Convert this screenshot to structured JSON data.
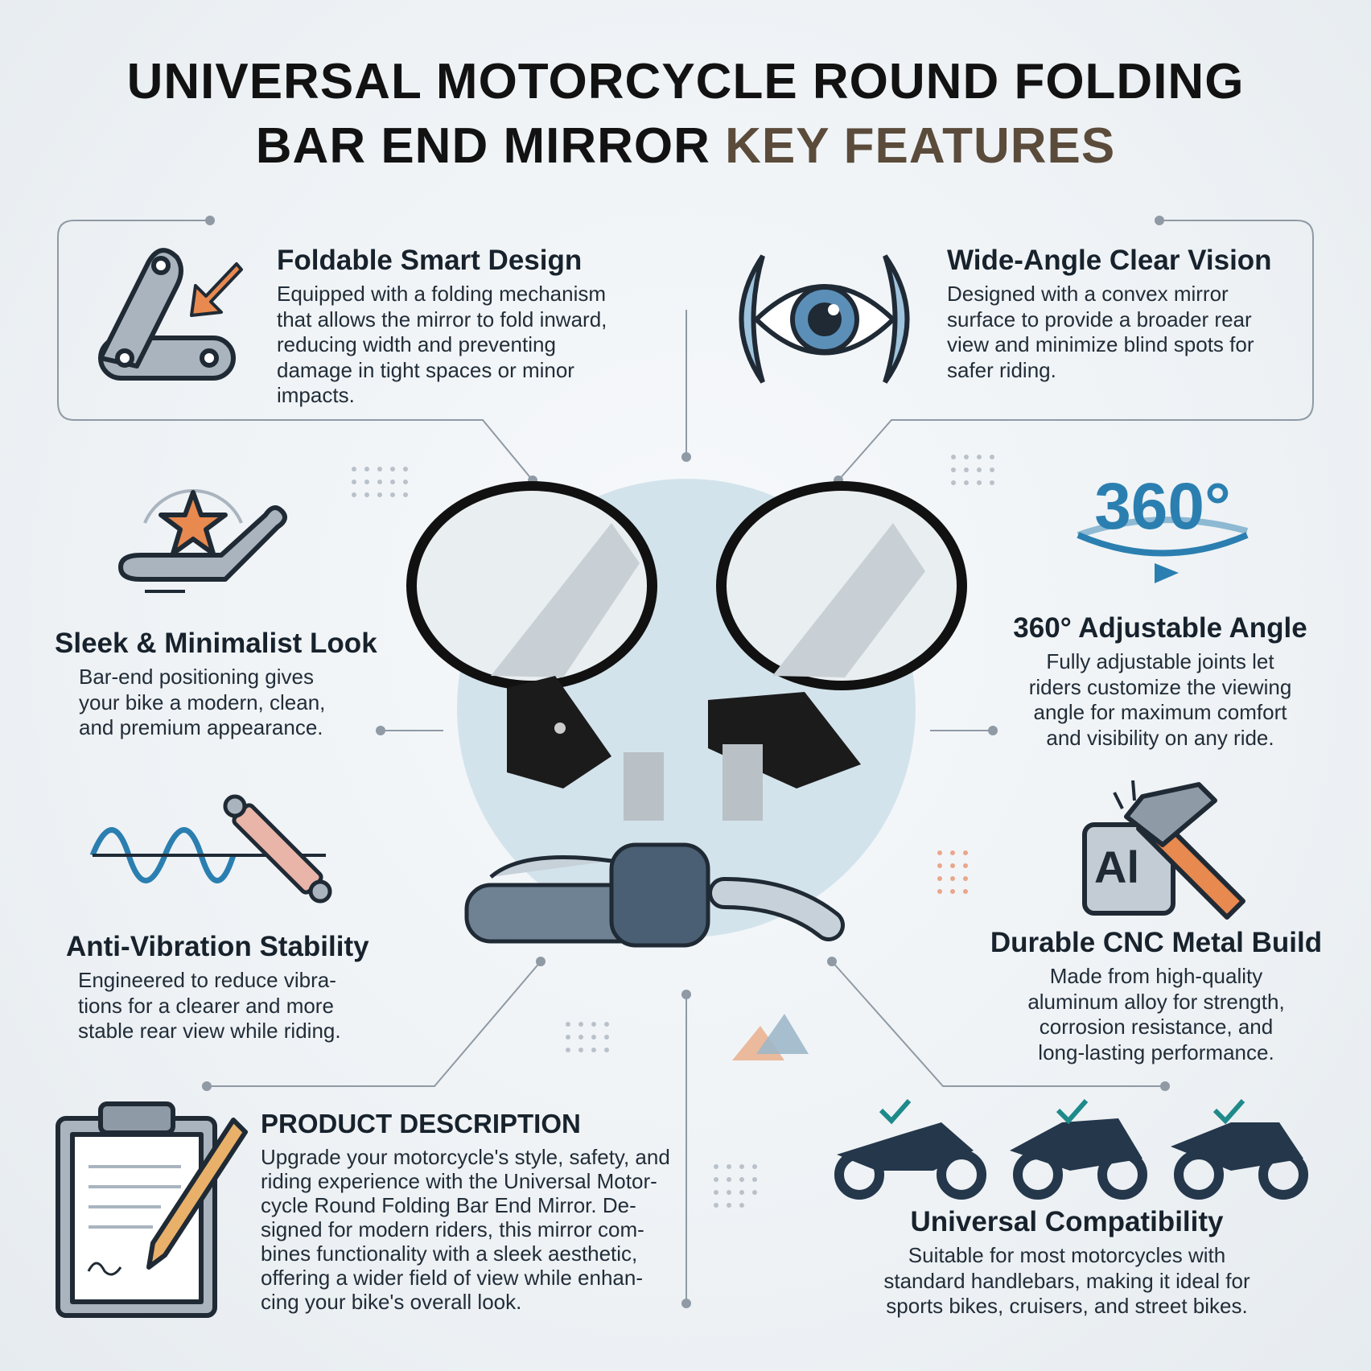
{
  "title": {
    "line1": "UNIVERSAL MOTORCYCLE ROUND FOLDING",
    "line2_main": "BAR END MIRROR ",
    "line2_accent": "KEY FEATURES"
  },
  "colors": {
    "title": "#121212",
    "accent": "#5b4b3b",
    "icon_blue": "#2b7fb0",
    "icon_orange": "#e8894f",
    "icon_gray": "#a9b4bf"
  },
  "features": {
    "foldable": {
      "heading": "Foldable Smart Design",
      "lines": [
        "Equipped with a folding mechanism",
        "that allows the mirror to fold inward,",
        "reducing width and preventing",
        "damage in tight spaces or minor",
        "impacts."
      ]
    },
    "wide_angle": {
      "heading": "Wide-Angle Clear Vision",
      "lines": [
        "Designed with a convex mirror",
        "surface to provide a broader rear",
        "view and minimize blind spots for",
        "safer riding."
      ]
    },
    "sleek": {
      "heading": "Sleek & Minimalist Look",
      "lines": [
        "Bar-end positioning gives",
        "your bike a modern, clean,",
        "and premium appearance."
      ]
    },
    "adjustable": {
      "badge": "360°",
      "heading": "360° Adjustable Angle",
      "lines": [
        "Fully adjustable joints let",
        "riders customize the viewing",
        "angle for maximum comfort",
        "and visibility on any ride."
      ]
    },
    "anti_vibration": {
      "heading": "Anti-Vibration Stability",
      "lines": [
        "Engineered to reduce vibra-",
        "tions for a clearer and more",
        "stable rear view while riding."
      ]
    },
    "durable": {
      "badge": "Al",
      "heading": "Durable CNC Metal Build",
      "lines": [
        "Made from high-quality",
        "aluminum alloy for strength,",
        "corrosion resistance, and",
        "long-lasting performance."
      ]
    },
    "description": {
      "heading": "PRODUCT DESCRIPTION",
      "lines": [
        "Upgrade your motorcycle's style, safety, and",
        "riding experience with the Universal Motor-",
        "cycle Round Folding Bar End Mirror. De-",
        "signed for modern riders, this mirror com-",
        "bines functionality with a sleek aesthetic,",
        "offering a wider field of view while enhan-",
        "cing your bike's overall look."
      ]
    },
    "compatibility": {
      "heading": "Universal Compatibility",
      "lines": [
        "Suitable for most motorcycles with",
        "standard handlebars, making it ideal for",
        "sports bikes, cruisers, and street bikes."
      ]
    }
  }
}
